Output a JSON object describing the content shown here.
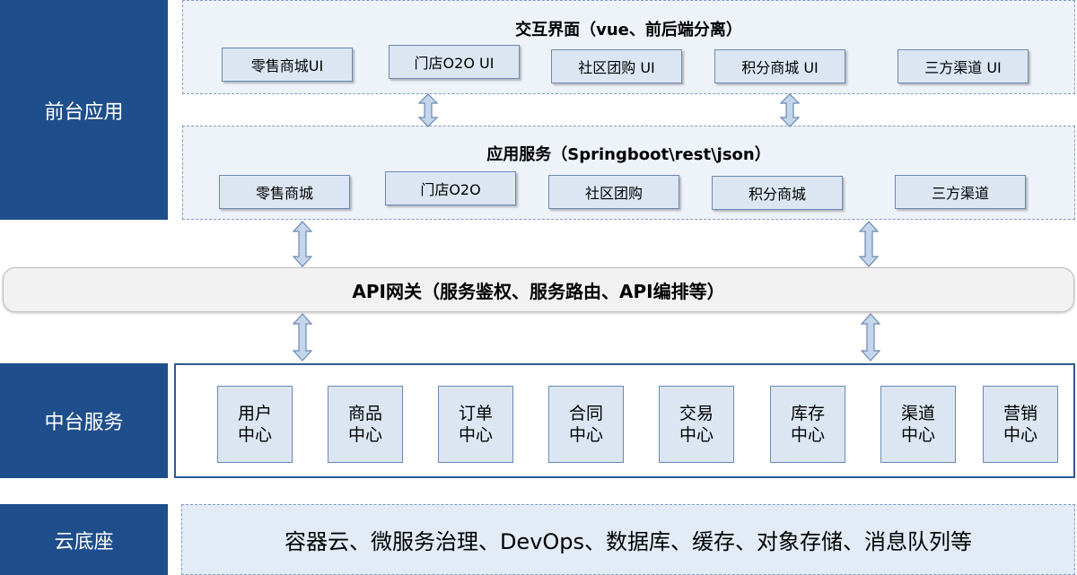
{
  "frontend": {
    "label": "前台应用",
    "interaction_layer": {
      "title": "交互界面（vue、前后端分离）",
      "items": [
        "零售商城UI",
        "门店O2O UI",
        "社区团购 UI",
        "积分商城 UI",
        "三方渠道 UI"
      ]
    },
    "service_layer": {
      "title": "应用服务（Springboot\\rest\\json）",
      "items": [
        "零售商城",
        "门店O2O",
        "社区团购",
        "积分商城",
        "三方渠道"
      ]
    }
  },
  "gateway": {
    "label": "API网关（服务鉴权、服务路由、API编排等）"
  },
  "middle": {
    "label": "中台服务",
    "centers": [
      {
        "line1": "用户",
        "line2": "中心"
      },
      {
        "line1": "商品",
        "line2": "中心"
      },
      {
        "line1": "订单",
        "line2": "中心"
      },
      {
        "line1": "合同",
        "line2": "中心"
      },
      {
        "line1": "交易",
        "line2": "中心"
      },
      {
        "line1": "库存",
        "line2": "中心"
      },
      {
        "line1": "渠道",
        "line2": "中心"
      },
      {
        "line1": "营销",
        "line2": "中心"
      }
    ]
  },
  "base": {
    "label": "云底座",
    "content": "容器云、微服务治理、DevOps、数据库、缓存、对象存储、消息队列等"
  },
  "colors": {
    "label_bg": "#1f4e8c",
    "box_fill": "#dce6f2",
    "arrow_fill": "#c5d5ea",
    "arrow_stroke": "#6a89b3"
  }
}
